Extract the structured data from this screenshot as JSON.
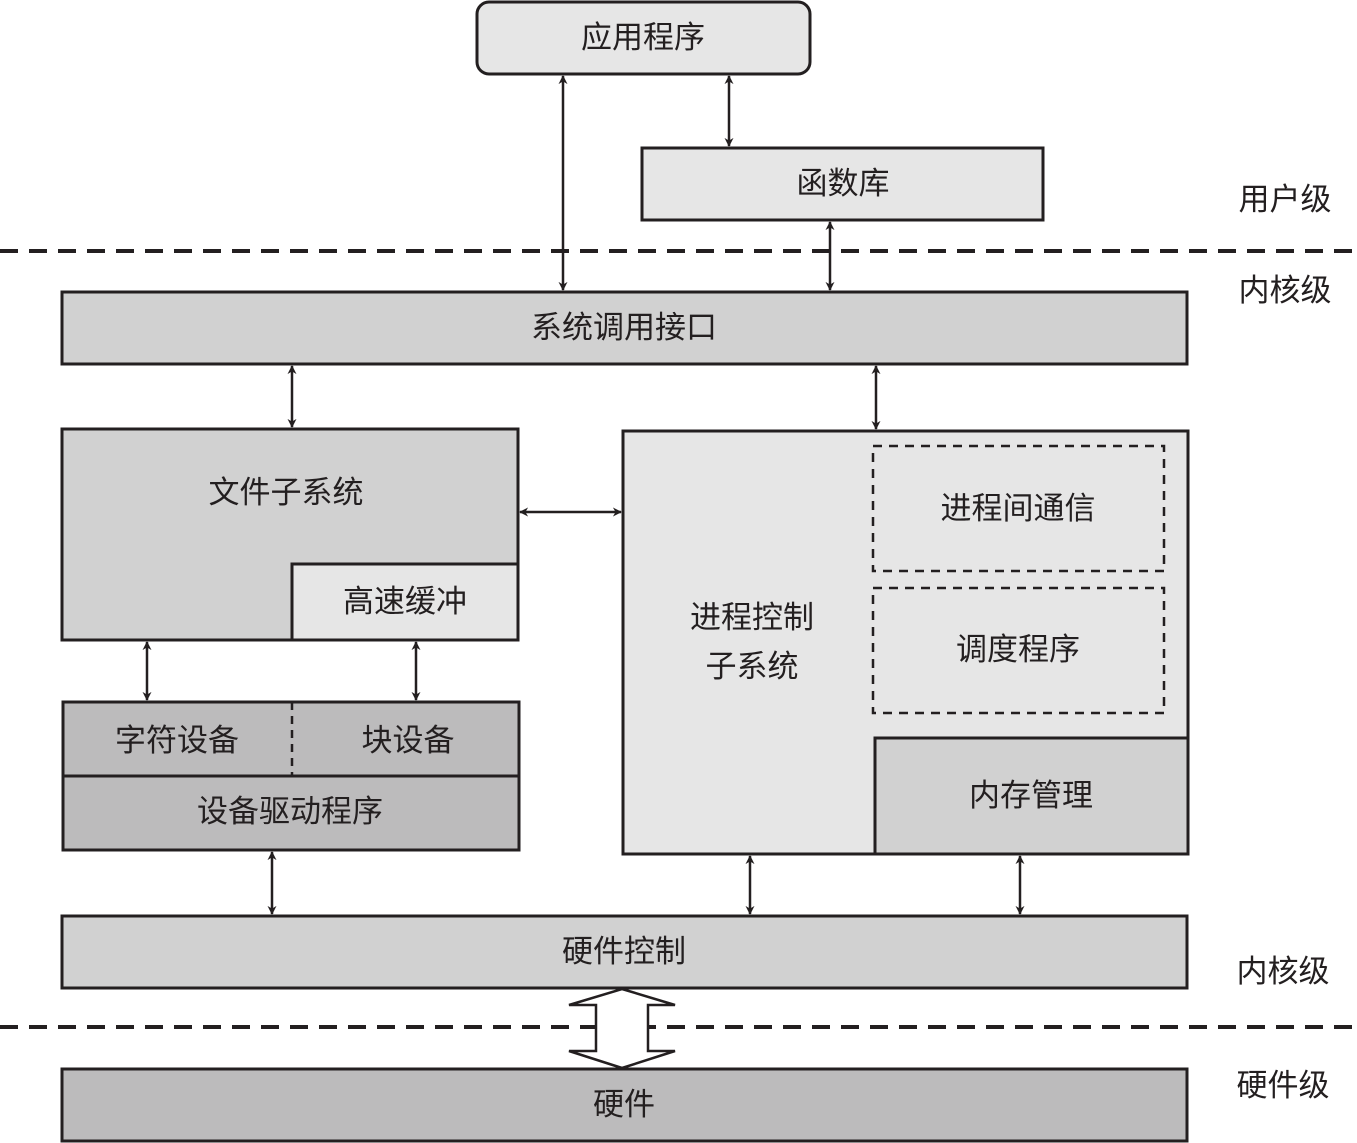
{
  "diagram": {
    "user_level": {
      "application": "应用程序",
      "library": "函数库"
    },
    "kernel_level": {
      "syscall_interface": "系统调用接口",
      "file_subsystem": "文件子系统",
      "buffer_cache": "高速缓冲",
      "char_device": "字符设备",
      "block_device": "块设备",
      "device_driver": "设备驱动程序",
      "process_control_line1": "进程控制",
      "process_control_line2": "子系统",
      "ipc": "进程间通信",
      "scheduler": "调度程序",
      "memory_management": "内存管理",
      "hardware_control": "硬件控制"
    },
    "hardware_level": {
      "hardware": "硬件"
    },
    "level_labels": {
      "user": "用户级",
      "kernel_top": "内核级",
      "kernel_bottom": "内核级",
      "hardware": "硬件级"
    },
    "colors": {
      "light": "#e6e6e6",
      "medium": "#d1d1d1",
      "dark": "#bcbbbc",
      "stroke": "#231f20"
    }
  }
}
